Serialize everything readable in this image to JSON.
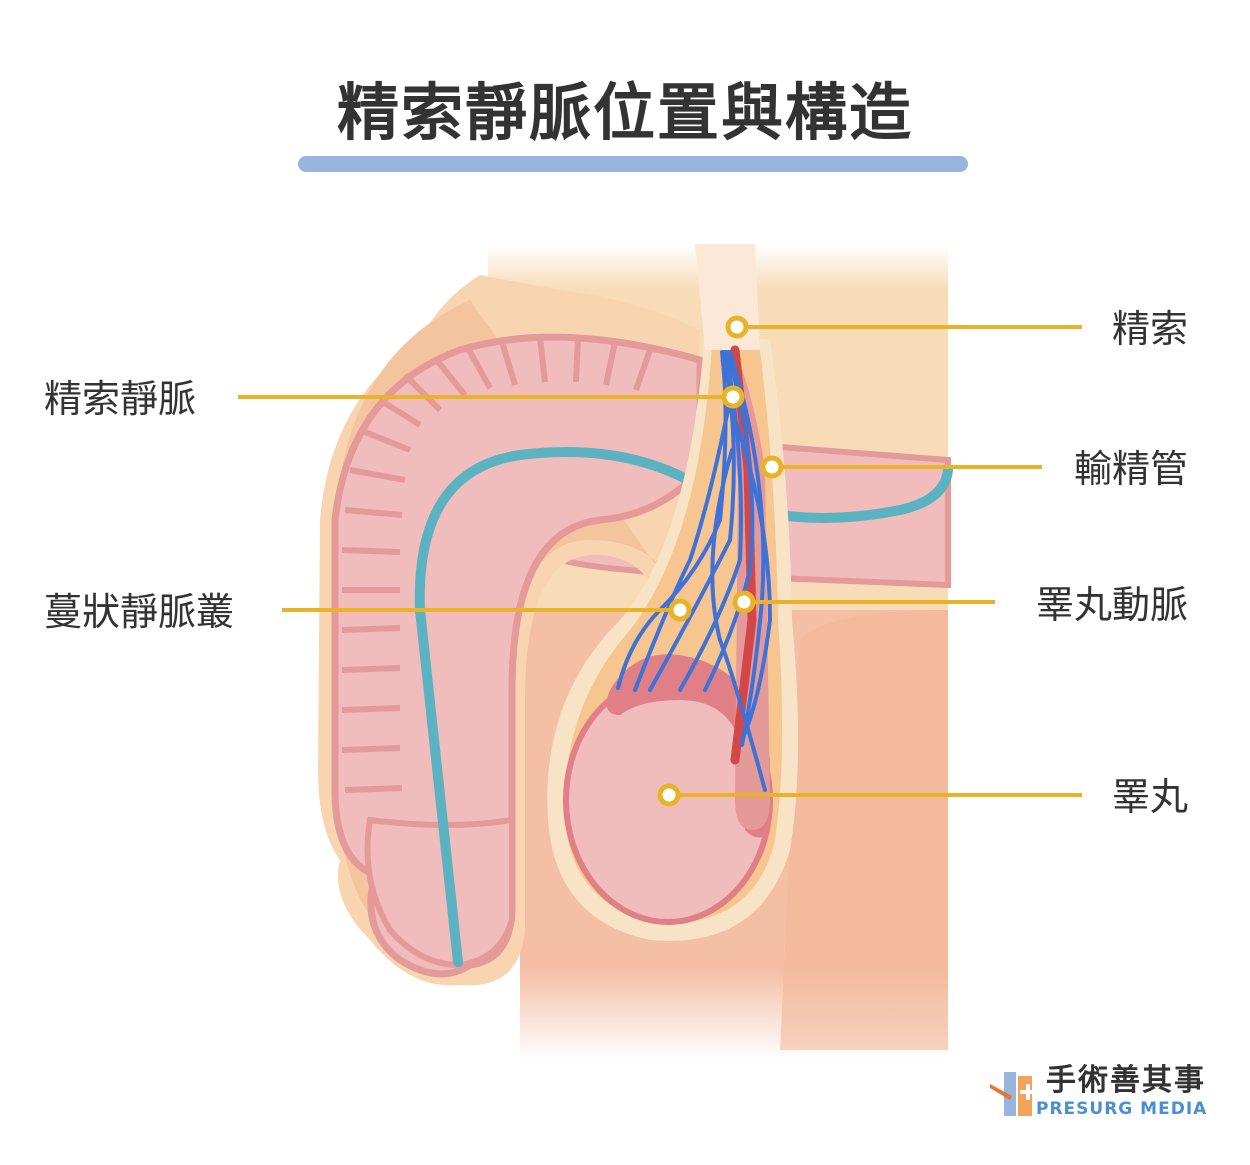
{
  "title": "精索靜脈位置與構造",
  "labels": {
    "spermatic_cord": "精索",
    "spermatic_vein": "精索靜脈",
    "vas_deferens": "輸精管",
    "pampiniform_plexus": "蔓狀靜脈叢",
    "testicular_artery": "睪丸動脈",
    "testis": "睪丸"
  },
  "logo": {
    "chinese": "手術善其事",
    "english": "PRESURG MEDIA"
  },
  "colors": {
    "title_bar": "#9ab5dd",
    "leader_line": "#e8b326",
    "vein": "#3f72d6",
    "artery": "#d24848",
    "vas_deferens_tube": "#5bb3c2",
    "skin": "#f6d7b3",
    "tissue_pink": "#f0bcbc",
    "outline_pink": "#e59a9a"
  }
}
